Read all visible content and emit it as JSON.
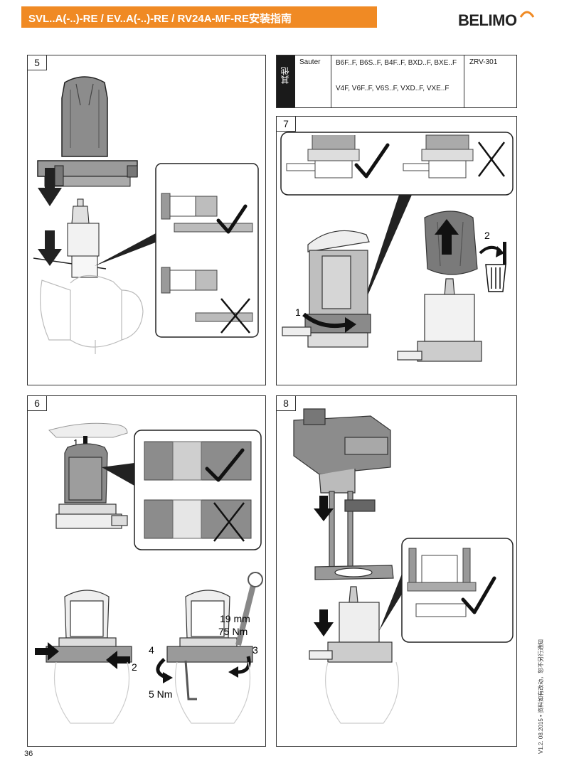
{
  "header": {
    "title": "SVL..A(-..)-RE / EV..A(-..)-RE / RV24A-MF-RE安装指南",
    "brand": "BELIMO",
    "accent_color": "#f08a24"
  },
  "table": {
    "group_label": "其他",
    "manufacturer": "Sauter",
    "series_row1": "B6F..F, B6S..F, B4F..F, BXD..F, BXE..F",
    "series_row2": "V4F, V6F..F, V6S..F, VXD..F, VXE..F",
    "adapter": "ZRV-301"
  },
  "panels": {
    "p5": {
      "number": "5"
    },
    "p6": {
      "number": "6",
      "step1": "1",
      "step2": "2",
      "step3": "3",
      "step4": "4",
      "wrench_size": "19 mm",
      "torque_nut": "75 Nm",
      "torque_screw": "5 Nm"
    },
    "p7": {
      "number": "7",
      "step1": "1",
      "step2": "2"
    },
    "p8": {
      "number": "8"
    }
  },
  "icons": {
    "check": "checkmark-icon",
    "cross": "cross-icon",
    "arrow_down": "arrow-down-icon",
    "arrow_up": "arrow-up-icon",
    "rotate": "rotate-arrow-icon",
    "trash": "trash-bin-icon"
  },
  "footer": {
    "page_number": "36",
    "version_note": "V1.2. 08.2015 • 资料如有改动，恕不另行通知"
  }
}
